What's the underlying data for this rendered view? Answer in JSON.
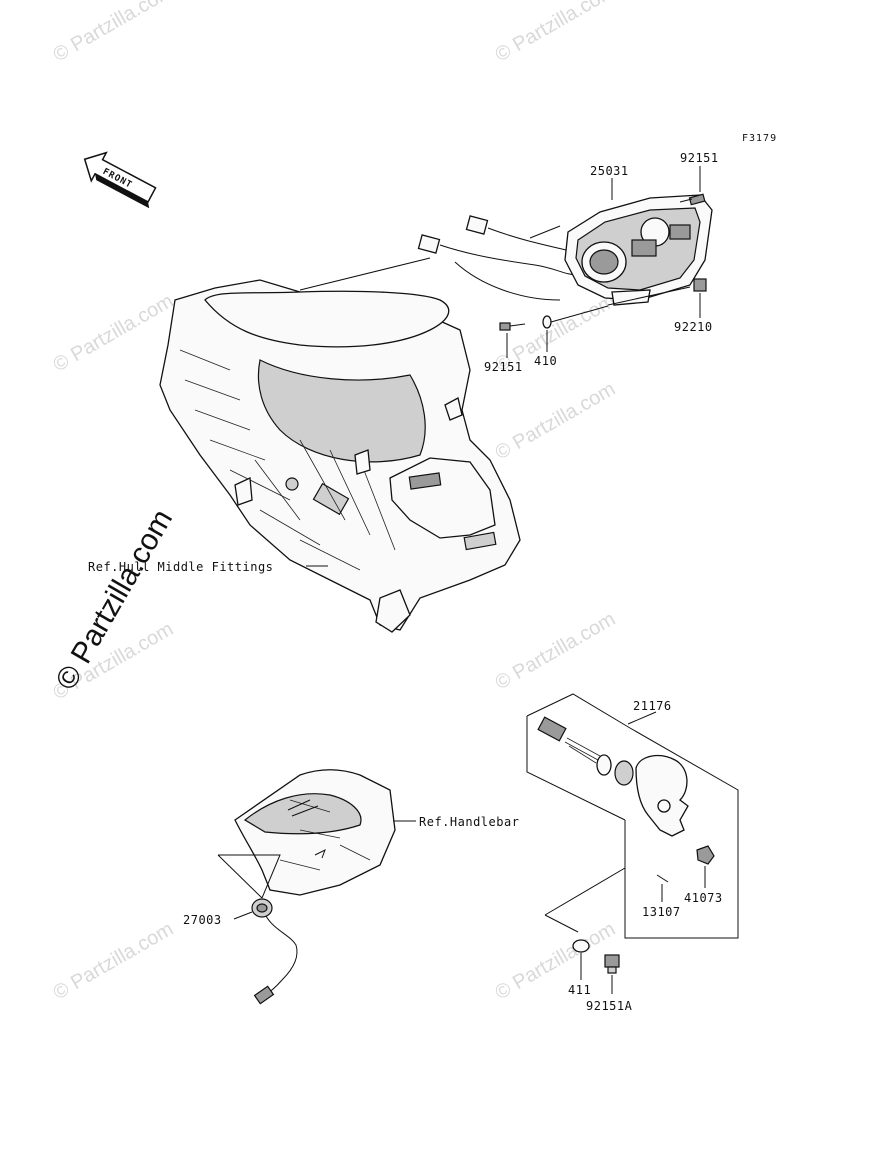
{
  "diagram": {
    "figure_code": "F3179",
    "front_arrow_label": "FRONT",
    "watermarks": [
      "© Partzilla.com",
      "© Partzilla.com",
      "© Partzilla.com",
      "© Partzilla.com",
      "© Partzilla.com",
      "© Partzilla.com",
      "© Partzilla.com",
      "© Partzilla.com",
      "© Partzilla.com"
    ],
    "main_watermark": "© Partzilla.com",
    "parts": {
      "p25031": "25031",
      "p92151_top": "92151",
      "p92210": "92210",
      "p410": "410",
      "p92151_left": "92151",
      "p21176": "21176",
      "p41073": "41073",
      "p13107": "13107",
      "p411": "411",
      "p92151A": "92151A",
      "p27003": "27003"
    },
    "references": {
      "hull": "Ref.Hull Middle Fittings",
      "handlebar": "Ref.Handlebar"
    }
  }
}
